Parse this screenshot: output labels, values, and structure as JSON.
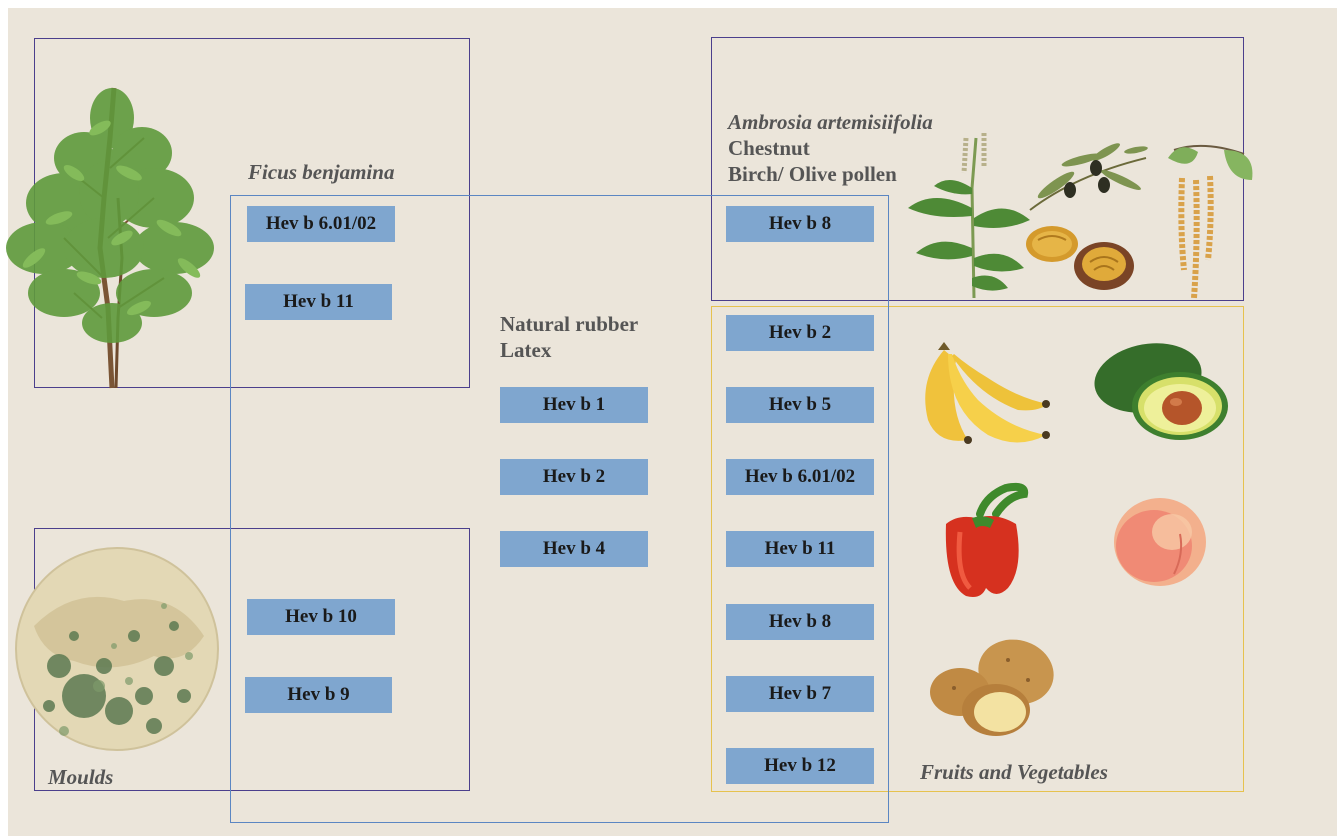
{
  "colors": {
    "background": "#ebe5da",
    "chip_fill": "#7fa6cf",
    "chip_text": "#1a1a1a",
    "purple_border": "#4b3f8c",
    "blue_border": "#5b86c2",
    "yellow_border": "#e6c24e",
    "label_text": "#555555"
  },
  "ficus": {
    "title": "Ficus benjamina",
    "allergens": [
      "Hev b 6.01/02",
      "Hev b 11"
    ],
    "image_icon": "tree-icon"
  },
  "moulds": {
    "title": "Moulds",
    "allergens": [
      "Hev b 10",
      "Hev b 9"
    ],
    "image_icon": "mould-petri-icon"
  },
  "latex": {
    "title_line1": "Natural rubber",
    "title_line2": "Latex",
    "allergens": [
      "Hev b 1",
      "Hev b 2",
      "Hev b 4"
    ]
  },
  "pollen": {
    "line1": "Ambrosia artemisiifolia",
    "line2": "Chestnut",
    "line3": "Birch/ Olive pollen",
    "allergens": [
      "Hev b 8"
    ],
    "image_icons": [
      "ragweed-icon",
      "olive-branch-icon",
      "chestnut-icon",
      "birch-catkin-icon"
    ]
  },
  "fruits": {
    "title": "Fruits and Vegetables",
    "allergens": [
      "Hev b 2",
      "Hev b 5",
      "Hev b 6.01/02",
      "Hev b 11",
      "Hev b 8",
      "Hev b 7",
      "Hev b 12"
    ],
    "image_icons": [
      "banana-icon",
      "avocado-icon",
      "bell-pepper-icon",
      "peach-icon",
      "potato-icon"
    ]
  }
}
